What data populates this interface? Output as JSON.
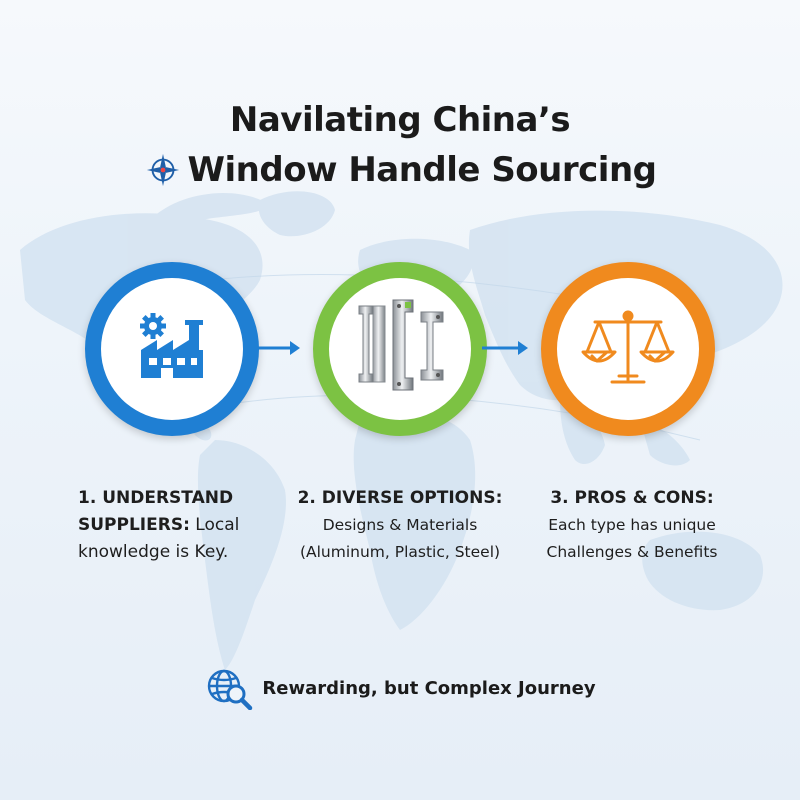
{
  "title": {
    "line1": "Navilating China’s",
    "line2": "Window Handle Sourcing"
  },
  "steps": [
    {
      "heading": "1. UNDERSTAND",
      "heading2": "SUPPLIERS:",
      "desc1": " Local",
      "desc2": "knowledge is Key.",
      "icon": "factory-icon",
      "color": "#1f7fd3"
    },
    {
      "heading": "2. DIVERSE OPTIONS:",
      "desc1": "Designs & Materials",
      "desc2": "(Aluminum, Plastic, Steel)",
      "icon": "window-handles-icon",
      "color": "#7cc243"
    },
    {
      "heading": "3. PROS & CONS:",
      "desc1": "Each type has unique",
      "desc2": "Challenges & Benefits",
      "icon": "balance-scale-icon",
      "color": "#f08a1e"
    }
  ],
  "footer": {
    "text": "Rewarding, but Complex Journey",
    "icon": "globe-magnifier-icon"
  },
  "colors": {
    "accent_blue": "#1f7fd3",
    "accent_green": "#7cc243",
    "accent_orange": "#f08a1e",
    "map": "#cddff0"
  }
}
